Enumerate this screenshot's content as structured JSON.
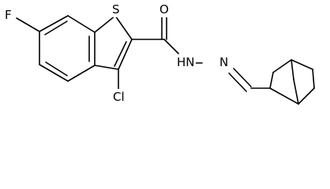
{
  "molecule": {
    "atom_labels": {
      "fluorine": "F",
      "sulfur": "S",
      "oxygen": "O",
      "chlorine": "Cl",
      "hydrazide_nitrogen": "HN",
      "imine_nitrogen": "N"
    },
    "line_color": "#000000",
    "background_color": "#ffffff"
  }
}
